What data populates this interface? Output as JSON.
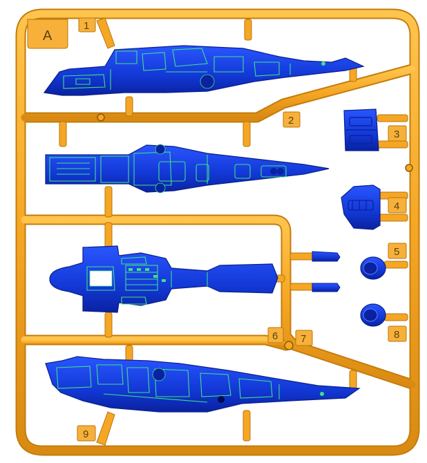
{
  "sprue": {
    "letter": "A",
    "part_numbers": [
      "1",
      "2",
      "3",
      "4",
      "5",
      "6",
      "7",
      "8",
      "9"
    ]
  },
  "colors": {
    "sprue": "#f5a623",
    "sprue_edge": "#c47c0c",
    "part": "#1238d6",
    "part_dark": "#0a22a0",
    "panel_line": "#3fe08a",
    "tag": "#f7b13a"
  }
}
